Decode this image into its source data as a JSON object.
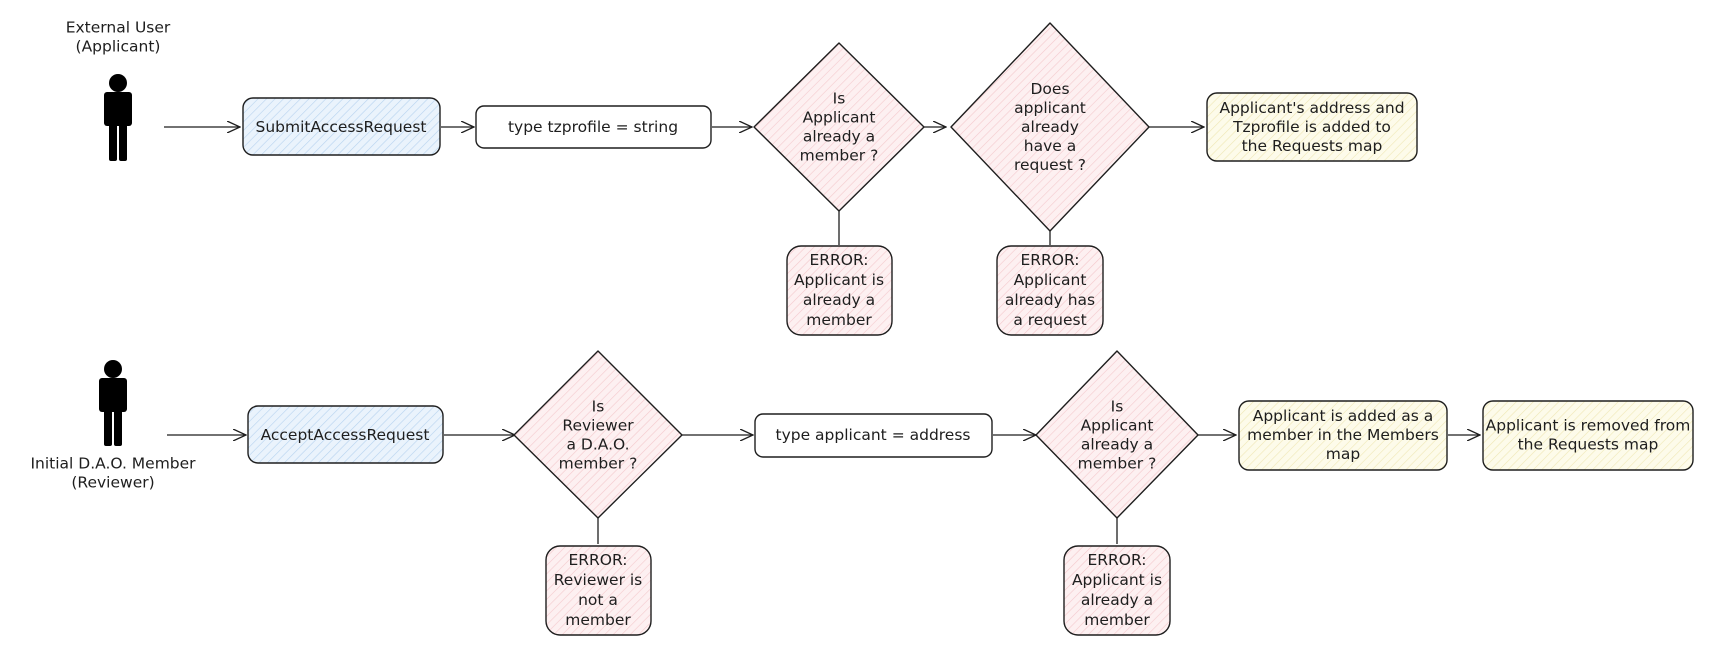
{
  "actors": {
    "applicant": {
      "lines": [
        "External User",
        "(Applicant)"
      ]
    },
    "reviewer": {
      "lines": [
        "Initial D.A.O. Member",
        "(Reviewer)"
      ]
    }
  },
  "nodes": {
    "submit": {
      "lines": [
        "SubmitAccessRequest"
      ]
    },
    "type_tzprofile": {
      "lines": [
        "type tzprofile = string"
      ]
    },
    "q_member1": {
      "lines": [
        "Is",
        "Applicant",
        "already a",
        "member ?"
      ]
    },
    "q_request": {
      "lines": [
        "Does",
        "applicant",
        "already",
        "have a",
        "request ?"
      ]
    },
    "res_added_requests": {
      "lines": [
        "Applicant's address and",
        "Tzprofile is added to",
        "the Requests map"
      ]
    },
    "err_member1": {
      "lines": [
        "ERROR:",
        "Applicant is",
        "already a",
        "member"
      ]
    },
    "err_request": {
      "lines": [
        "ERROR:",
        "Applicant",
        "already has",
        "a request"
      ]
    },
    "accept": {
      "lines": [
        "AcceptAccessRequest"
      ]
    },
    "q_reviewer": {
      "lines": [
        "Is",
        "Reviewer",
        "a D.A.O.",
        "member ?"
      ]
    },
    "type_applicant": {
      "lines": [
        "type applicant = address"
      ]
    },
    "q_member2": {
      "lines": [
        "Is",
        "Applicant",
        "already a",
        "member ?"
      ]
    },
    "res_added_members": {
      "lines": [
        "Applicant is added as a",
        "member in the Members",
        "map"
      ]
    },
    "res_removed": {
      "lines": [
        "Applicant is removed from",
        "the Requests map"
      ]
    },
    "err_reviewer": {
      "lines": [
        "ERROR:",
        "Reviewer is",
        "not a",
        "member"
      ]
    },
    "err_member2": {
      "lines": [
        "ERROR:",
        "Applicant is",
        "already a",
        "member"
      ]
    }
  },
  "colors": {
    "stroke": "#1e1e1e",
    "blue_fill": "#dbe9f7",
    "pink_fill": "#fbe4e6",
    "yellow_fill": "#fbf7dc",
    "white_fill": "#ffffff",
    "actor": "#000000"
  },
  "icons": {
    "actor": "person-icon"
  }
}
